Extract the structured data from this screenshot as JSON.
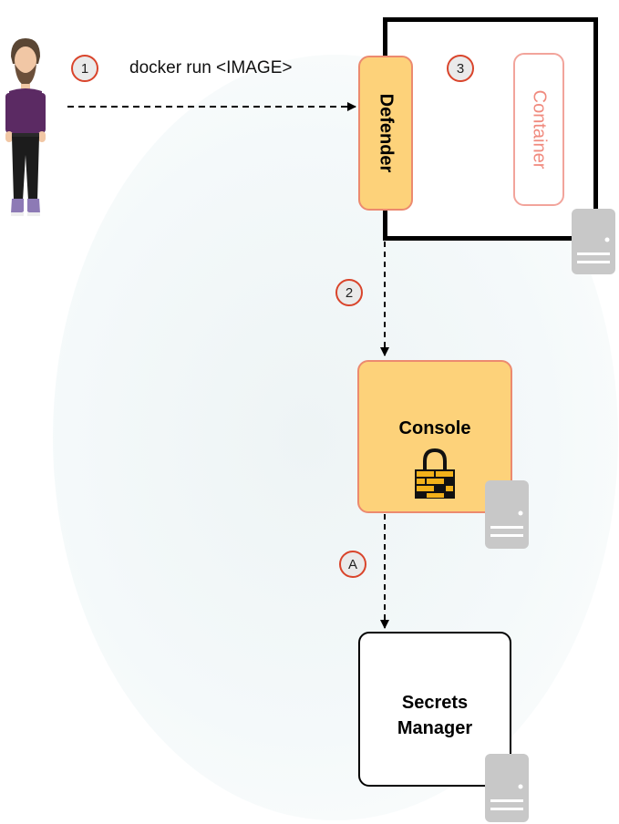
{
  "steps": {
    "step1": "1",
    "step2": "2",
    "step3": "3",
    "stepA": "A"
  },
  "command": "docker run <IMAGE>",
  "nodes": {
    "defender": "Defender",
    "container": "Container",
    "console": "Console",
    "secrets_line1": "Secrets",
    "secrets_line2": "Manager"
  },
  "icons": [
    "person-icon",
    "server-icon",
    "firewall-lock-icon",
    "pause-icon"
  ],
  "colors": {
    "node_fill": "#fdd27a",
    "node_border": "#ec8a6f",
    "step_border": "#d9442b",
    "container_text": "#f08a7e",
    "server": "#c8c8c8"
  }
}
